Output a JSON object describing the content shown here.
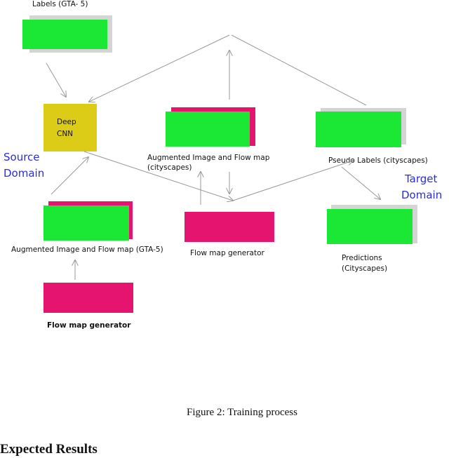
{
  "diagram": {
    "labels_gta5": "Labels (GTA- 5)",
    "deep_cnn_line1": "Deep",
    "deep_cnn_line2": "CNN",
    "source_domain_line1": "Source",
    "source_domain_line2": "Domain",
    "augmented_cityscapes_line1": "Augmented Image and Flow map",
    "augmented_cityscapes_line2": "(cityscapes)",
    "pseudo_labels": "Pseudo Labels (cityscapes)",
    "target_domain_line1": "Target",
    "target_domain_line2": "Domain",
    "augmented_gta5": "Augmented Image and Flow map (GTA-5)",
    "flow_map_generator_center": "Flow map generator",
    "predictions_line1": "Predictions",
    "predictions_line2": "(Cityscapes)",
    "flow_map_generator_bottom": "Flow map generator",
    "colors": {
      "image": "#1be835",
      "flow_map": "#e5156f",
      "cnn": "#dccb17",
      "shadow": "#d4d4d4",
      "domain_text": "#2b2be0",
      "arrow": "#999999"
    }
  },
  "caption": "Figure 2: Training process",
  "section_heading": "Expected Results"
}
